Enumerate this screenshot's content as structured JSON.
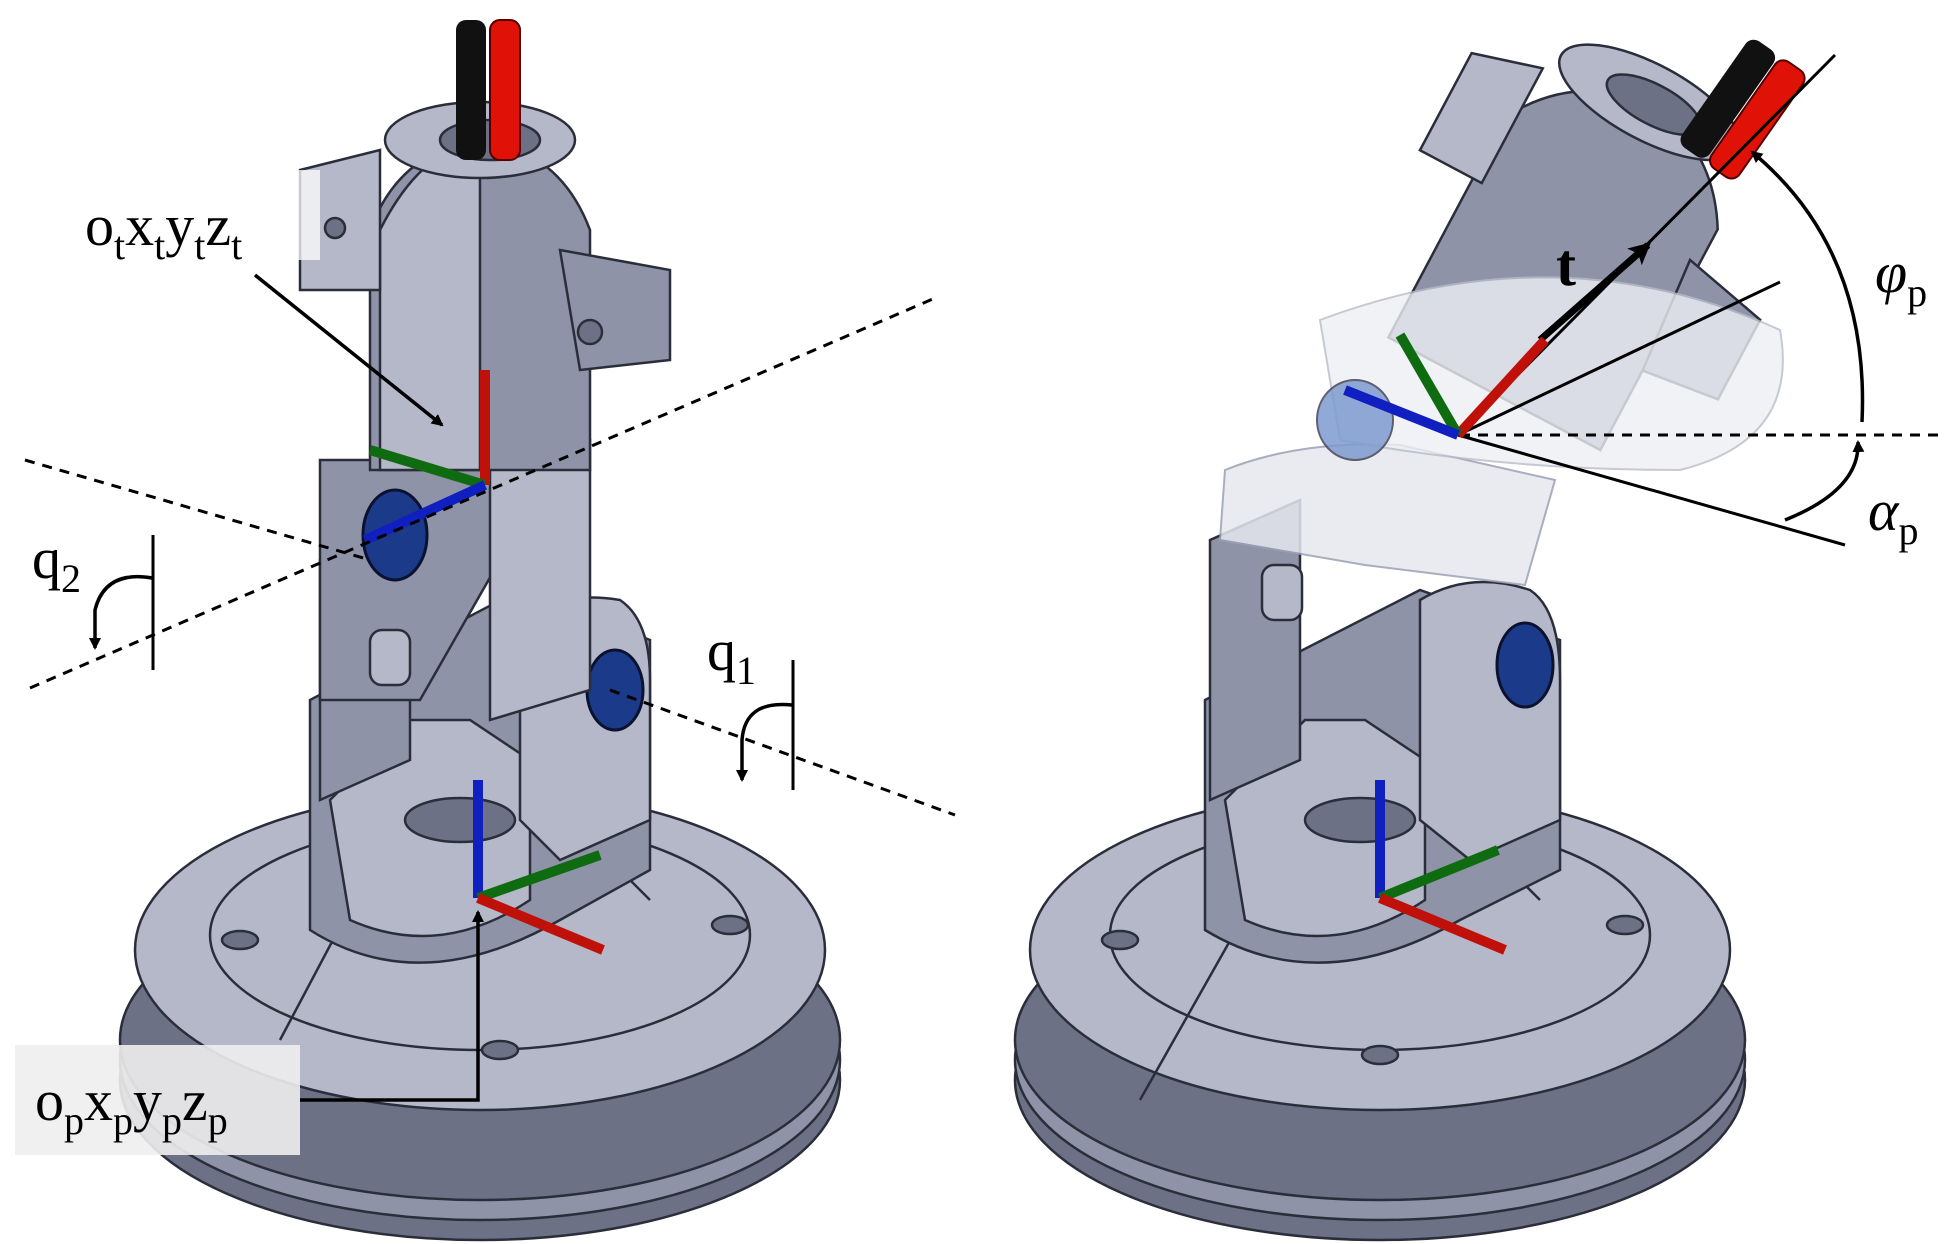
{
  "figure": {
    "left_panel": {
      "tool_frame_label": "o",
      "tool_frame_subs": [
        "t",
        "x",
        "t",
        "y",
        "t",
        "z",
        "t"
      ],
      "base_frame_label": "o",
      "base_frame_subs": [
        "p",
        "x",
        "p",
        "y",
        "p",
        "z",
        "p"
      ],
      "joint_1": {
        "symbol": "q",
        "sub": "1"
      },
      "joint_2": {
        "symbol": "q",
        "sub": "2"
      }
    },
    "right_panel": {
      "tool_vector": "t",
      "angle_phi": {
        "symbol": "φ",
        "sub": "p"
      },
      "angle_alpha": {
        "symbol": "α",
        "sub": "p"
      }
    },
    "colors": {
      "body": "#8e93a8",
      "axis_x": "#c0100a",
      "axis_y": "#0f6b10",
      "axis_z": "#1020c0",
      "cable_red": "#e01208",
      "cable_black": "#111111",
      "sensor_blue": "#1c3a8a"
    }
  }
}
